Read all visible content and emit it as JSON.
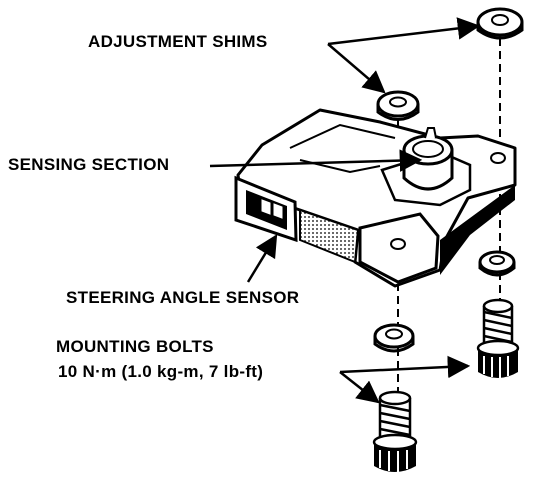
{
  "labels": {
    "adjustment_shims": "ADJUSTMENT SHIMS",
    "sensing_section": "SENSING SECTION",
    "steering_angle_sensor": "STEERING ANGLE SENSOR",
    "mounting_bolts": "MOUNTING BOLTS",
    "torque_spec": "10 N·m (1.0 kg-m, 7 lb-ft)"
  },
  "colors": {
    "ink": "#000000",
    "paper": "#ffffff"
  }
}
